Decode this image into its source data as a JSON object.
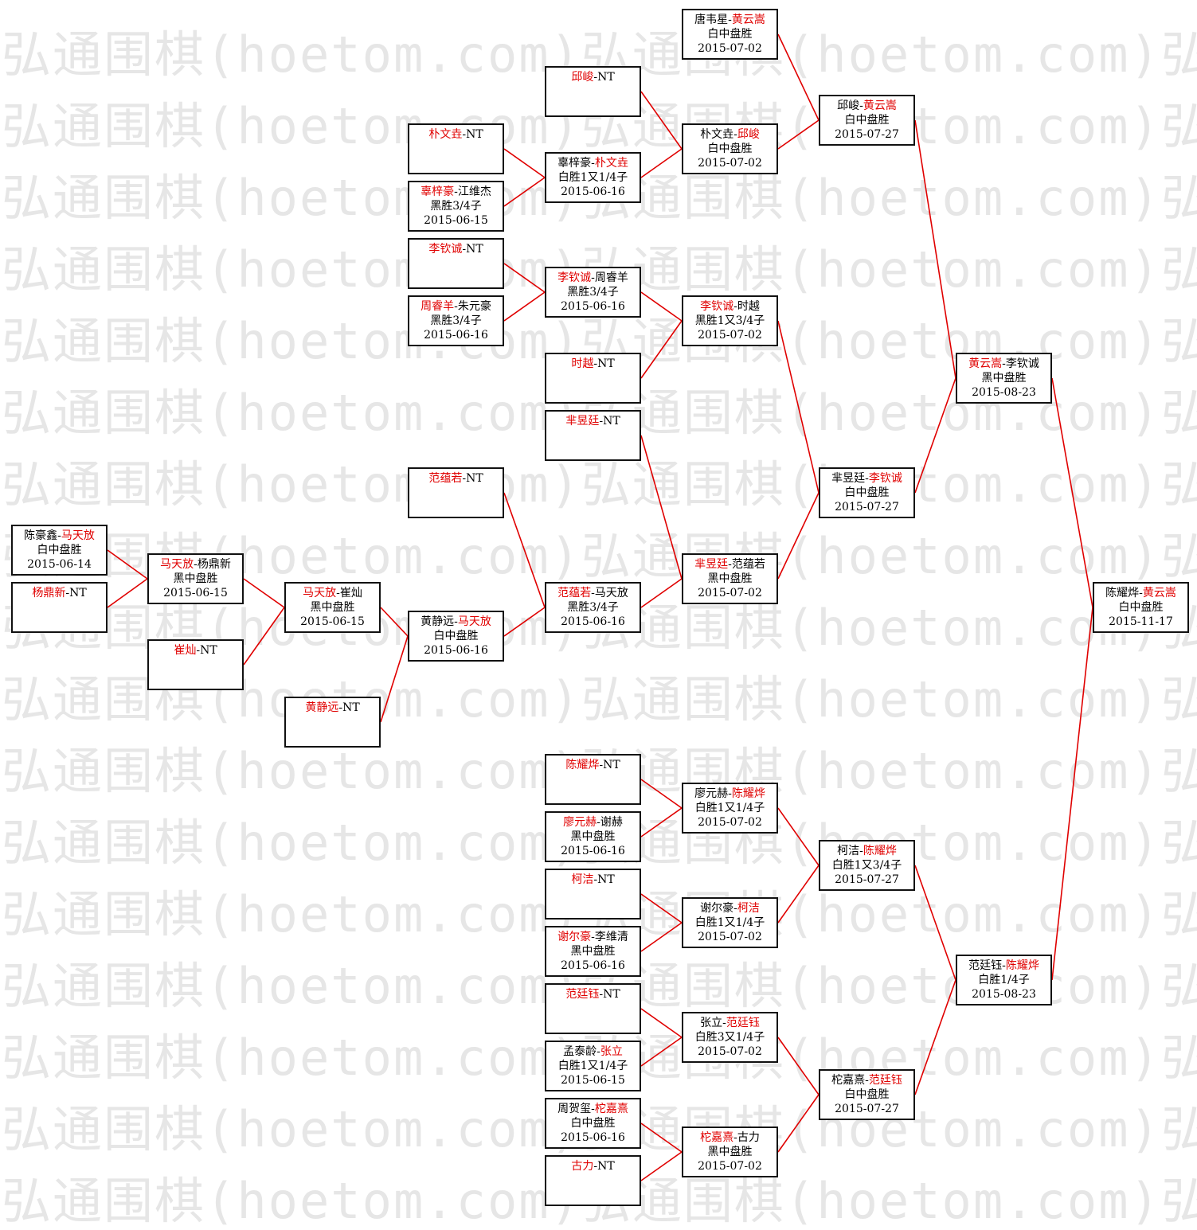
{
  "watermark": {
    "text": "弘通围棋(hoetom.com)"
  },
  "colors": {
    "winner": "#e00000",
    "connector": "#e00000",
    "border": "#111111",
    "watermark": "#e6e6e6"
  },
  "matches": [
    {
      "id": "r1-01",
      "p1": "陈豪鑫",
      "p2": "马天放",
      "w": 2,
      "result": "白中盘胜",
      "date": "2015-06-14"
    },
    {
      "id": "r1-02",
      "p1": "杨鼎新",
      "p2": "NT",
      "w": 1,
      "result": "",
      "date": ""
    },
    {
      "id": "r2-01",
      "p1": "马天放",
      "p2": "杨鼎新",
      "w": 1,
      "result": "黑中盘胜",
      "date": "2015-06-15"
    },
    {
      "id": "r2-02",
      "p1": "崔灿",
      "p2": "NT",
      "w": 1,
      "result": "",
      "date": ""
    },
    {
      "id": "r3-01",
      "p1": "马天放",
      "p2": "崔灿",
      "w": 1,
      "result": "黑中盘胜",
      "date": "2015-06-15"
    },
    {
      "id": "r3-02",
      "p1": "黄静远",
      "p2": "NT",
      "w": 1,
      "result": "",
      "date": ""
    },
    {
      "id": "r4-01",
      "p1": "朴文垚",
      "p2": "NT",
      "w": 1,
      "result": "",
      "date": ""
    },
    {
      "id": "r4-02",
      "p1": "辜梓豪",
      "p2": "江维杰",
      "w": 1,
      "result": "黑胜3/4子",
      "date": "2015-06-15"
    },
    {
      "id": "r4-03",
      "p1": "李钦诚",
      "p2": "NT",
      "w": 1,
      "result": "",
      "date": ""
    },
    {
      "id": "r4-04",
      "p1": "周睿羊",
      "p2": "朱元豪",
      "w": 1,
      "result": "黑胜3/4子",
      "date": "2015-06-16"
    },
    {
      "id": "r4-05",
      "p1": "范蕴若",
      "p2": "NT",
      "w": 1,
      "result": "",
      "date": ""
    },
    {
      "id": "r4-06",
      "p1": "黄静远",
      "p2": "马天放",
      "w": 2,
      "result": "白中盘胜",
      "date": "2015-06-16"
    },
    {
      "id": "r5-01",
      "p1": "邱峻",
      "p2": "NT",
      "w": 1,
      "result": "",
      "date": ""
    },
    {
      "id": "r5-02",
      "p1": "辜梓豪",
      "p2": "朴文垚",
      "w": 2,
      "result": "白胜1又1/4子",
      "date": "2015-06-16"
    },
    {
      "id": "r5-03",
      "p1": "李钦诚",
      "p2": "周睿羊",
      "w": 1,
      "result": "黑胜3/4子",
      "date": "2015-06-16"
    },
    {
      "id": "r5-04",
      "p1": "时越",
      "p2": "NT",
      "w": 1,
      "result": "",
      "date": ""
    },
    {
      "id": "r5-05",
      "p1": "芈昱廷",
      "p2": "NT",
      "w": 1,
      "result": "",
      "date": ""
    },
    {
      "id": "r5-06",
      "p1": "范蕴若",
      "p2": "马天放",
      "w": 1,
      "result": "黑胜3/4子",
      "date": "2015-06-16"
    },
    {
      "id": "r5-07",
      "p1": "陈耀烨",
      "p2": "NT",
      "w": 1,
      "result": "",
      "date": ""
    },
    {
      "id": "r5-08",
      "p1": "廖元赫",
      "p2": "谢赫",
      "w": 1,
      "result": "黑中盘胜",
      "date": "2015-06-16"
    },
    {
      "id": "r5-09",
      "p1": "柯洁",
      "p2": "NT",
      "w": 1,
      "result": "",
      "date": ""
    },
    {
      "id": "r5-10",
      "p1": "谢尔豪",
      "p2": "李维清",
      "w": 1,
      "result": "黑中盘胜",
      "date": "2015-06-16"
    },
    {
      "id": "r5-11",
      "p1": "范廷钰",
      "p2": "NT",
      "w": 1,
      "result": "",
      "date": ""
    },
    {
      "id": "r5-12",
      "p1": "孟泰龄",
      "p2": "张立",
      "w": 2,
      "result": "白胜1又1/4子",
      "date": "2015-06-15"
    },
    {
      "id": "r5-13",
      "p1": "周贺玺",
      "p2": "柁嘉熹",
      "w": 2,
      "result": "白中盘胜",
      "date": "2015-06-16"
    },
    {
      "id": "r5-14",
      "p1": "古力",
      "p2": "NT",
      "w": 1,
      "result": "",
      "date": ""
    },
    {
      "id": "r6-01",
      "p1": "唐韦星",
      "p2": "黄云嵩",
      "w": 2,
      "result": "白中盘胜",
      "date": "2015-07-02"
    },
    {
      "id": "r6-02",
      "p1": "朴文垚",
      "p2": "邱峻",
      "w": 2,
      "result": "白中盘胜",
      "date": "2015-07-02"
    },
    {
      "id": "r6-03",
      "p1": "李钦诚",
      "p2": "时越",
      "w": 1,
      "result": "黑胜1又3/4子",
      "date": "2015-07-02"
    },
    {
      "id": "r6-04",
      "p1": "芈昱廷",
      "p2": "范蕴若",
      "w": 1,
      "result": "黑中盘胜",
      "date": "2015-07-02"
    },
    {
      "id": "r6-05",
      "p1": "廖元赫",
      "p2": "陈耀烨",
      "w": 2,
      "result": "白胜1又1/4子",
      "date": "2015-07-02"
    },
    {
      "id": "r6-06",
      "p1": "谢尔豪",
      "p2": "柯洁",
      "w": 2,
      "result": "白胜1又1/4子",
      "date": "2015-07-02"
    },
    {
      "id": "r6-07",
      "p1": "张立",
      "p2": "范廷钰",
      "w": 2,
      "result": "白胜3又1/4子",
      "date": "2015-07-02"
    },
    {
      "id": "r6-08",
      "p1": "柁嘉熹",
      "p2": "古力",
      "w": 1,
      "result": "黑中盘胜",
      "date": "2015-07-02"
    },
    {
      "id": "r7-01",
      "p1": "邱峻",
      "p2": "黄云嵩",
      "w": 2,
      "result": "白中盘胜",
      "date": "2015-07-27"
    },
    {
      "id": "r7-02",
      "p1": "芈昱廷",
      "p2": "李钦诚",
      "w": 2,
      "result": "白中盘胜",
      "date": "2015-07-27"
    },
    {
      "id": "r7-03",
      "p1": "柯洁",
      "p2": "陈耀烨",
      "w": 2,
      "result": "白胜1又3/4子",
      "date": "2015-07-27"
    },
    {
      "id": "r7-04",
      "p1": "柁嘉熹",
      "p2": "范廷钰",
      "w": 2,
      "result": "白中盘胜",
      "date": "2015-07-27"
    },
    {
      "id": "r8-01",
      "p1": "黄云嵩",
      "p2": "李钦诚",
      "w": 1,
      "result": "黑中盘胜",
      "date": "2015-08-23"
    },
    {
      "id": "r8-02",
      "p1": "范廷钰",
      "p2": "陈耀烨",
      "w": 2,
      "result": "白胜1/4子",
      "date": "2015-08-23"
    },
    {
      "id": "final",
      "p1": "陈耀烨",
      "p2": "黄云嵩",
      "w": 2,
      "result": "白中盘胜",
      "date": "2015-11-17"
    }
  ]
}
